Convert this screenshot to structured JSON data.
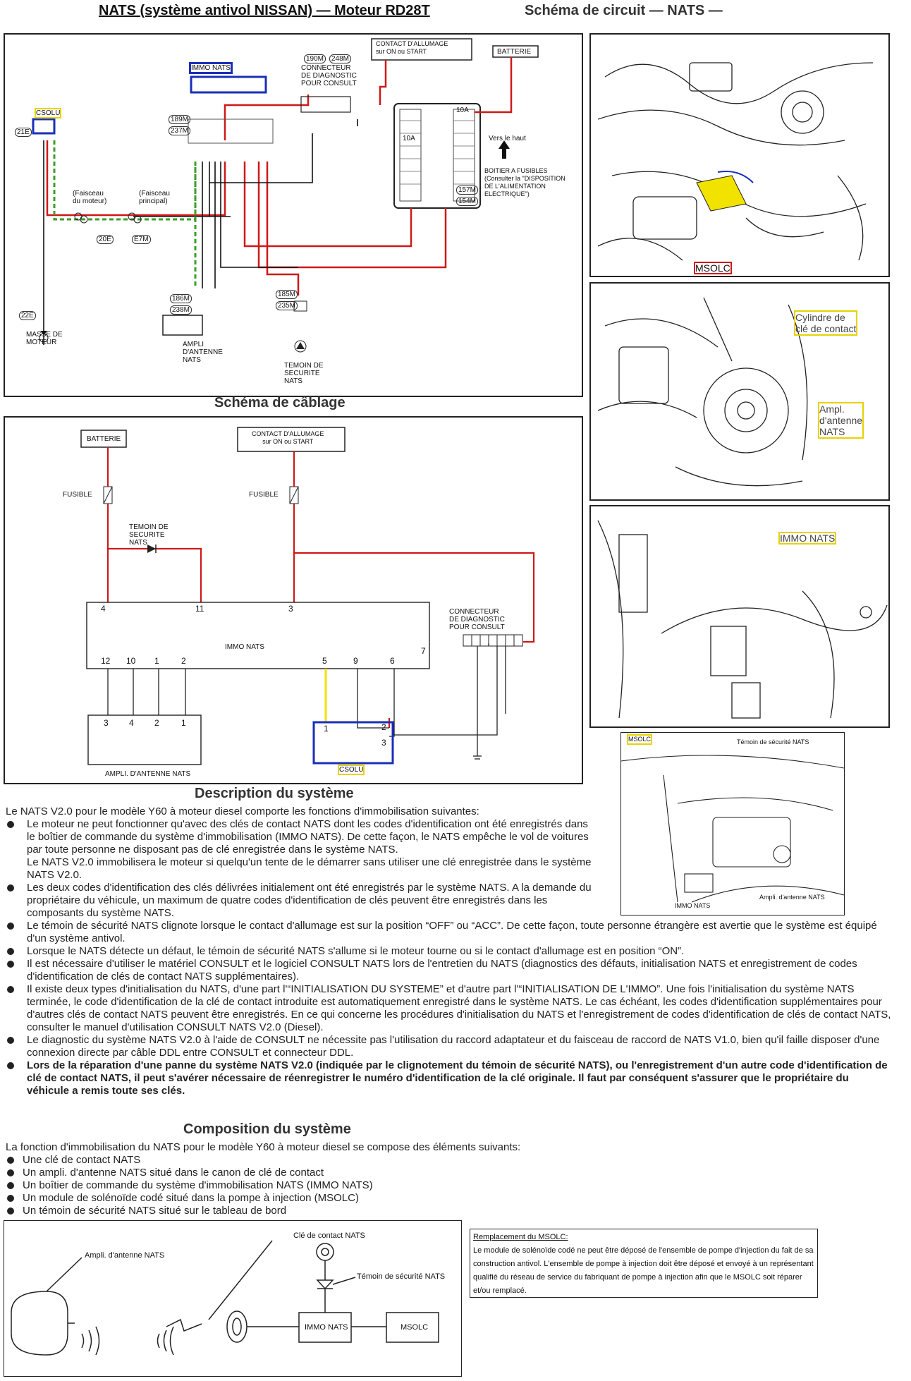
{
  "header": {
    "title": "NATS (système antivol NISSAN) — Moteur RD28T",
    "subtitle": "Schéma de circuit — NATS —"
  },
  "circuit": {
    "contact": "CONTACT D'ALLUMAGE\nsur ON ou START",
    "batterie": "BATTERIE",
    "immo": "IMMO NATS",
    "csolu": "CSOLU",
    "diag_connector": "CONNECTEUR\nDE DIAGNOSTIC\nPOUR CONSULT",
    "fuse_box": "BOITIER A FUSIBLES\n(Consulter la \"DISPOSITION\nDE L'ALIMENTATION\nELECTRIQUE\")",
    "vers_haut": "Vers le haut",
    "faisceau_moteur": "(Faisceau\ndu moteur)",
    "faisceau_principal": "(Faisceau\nprincipal)",
    "masse": "MASSE DE\nMOTEUR",
    "ampli": "AMPLI\nD'ANTENNE\nNATS",
    "temoin": "TEMOIN DE\nSECURITE\nNATS",
    "refs": [
      "190M",
      "248M",
      "189M",
      "237M",
      "21E",
      "20E",
      "E7M",
      "22E",
      "157M",
      "154M",
      "186M",
      "238M",
      "185M",
      "235M"
    ],
    "fuse_a": "10A",
    "fuse_b": "10A"
  },
  "photos": {
    "msolc": "MSOLC",
    "cylindre": "Cylindre de\nclé de contact",
    "ampli": "Ampl.\nd'antenne\nNATS",
    "immo": "IMMO NATS"
  },
  "cablage": {
    "title": "Schéma de câblage",
    "batterie": "BATTERIE",
    "contact": "CONTACT D'ALLUMAGE\nsur ON ou START",
    "fusible1": "FUSIBLE",
    "fusible2": "FUSIBLE",
    "temoin": "TEMOIN DE\nSECURITE\nNATS",
    "immo": "IMMO NATS",
    "diag": "CONNECTEUR\nDE DIAGNOSTIC\nPOUR CONSULT",
    "ampli": "AMPLI. D'ANTENNE NATS",
    "csolu": "CSOLU",
    "pins_top": [
      "4",
      "11",
      "3"
    ],
    "pins_bottom": [
      "12",
      "10",
      "1",
      "2",
      "5",
      "9",
      "6",
      "7"
    ],
    "ampli_pins": [
      "3",
      "4",
      "2",
      "1"
    ],
    "csolu_pins": [
      "1",
      "2",
      "3"
    ]
  },
  "dash": {
    "msolc": "MSOLC",
    "temoin": "Témoin de sécurité NATS",
    "immo": "IMMO NATS",
    "ampli": "Ampli. d'antenne NATS"
  },
  "description": {
    "title": "Description du système",
    "intro": "Le NATS V2.0 pour le modèle Y60 à moteur diesel comporte les fonctions d'immobilisation suivantes:",
    "bullets": [
      "Le moteur ne peut fonctionner qu'avec des clés de contact NATS dont les codes d'identification ont été enregistrés dans le boîtier de commande du système d'immobilisation (IMMO NATS). De cette façon, le NATS empêche le vol de voitures par toute personne ne disposant pas de clé enregistrée dans le système NATS.",
      "Les deux codes d'identification des clés délivrées initialement ont été enregistrés par le système NATS. A la demande du propriétaire du véhicule, un maximum de quatre codes d'identification de clés peuvent être enregistrés dans les composants du système NATS.",
      "Le témoin de sécurité NATS clignote lorsque le contact d'allumage est sur la position “OFF” ou “ACC”. De cette façon, toute personne étrangère est avertie que le système est équipé d'un système antivol.",
      "Lorsque le NATS détecte un défaut, le témoin de sécurité NATS s'allume si le moteur tourne ou si le contact d'allumage est en position “ON”.",
      "Il est nécessaire d'utiliser le matériel CONSULT et le logiciel CONSULT NATS lors de l'entretien du NATS (diagnostics des défauts, initialisation NATS et enregistrement de codes d'identification de clés de contact NATS supplémentaires).",
      "Il existe deux types d'initialisation du NATS, d'une part l'“INITIALISATION DU SYSTEME” et d'autre part l'“INITIALISATION DE L'IMMO”. Une fois l'initialisation du système NATS terminée, le code d'identification de la clé de contact introduite est automatiquement enregistré dans le système NATS. Le cas échéant, les codes d'identification supplémentaires pour d'autres clés de contact NATS peuvent être enregistrés. En ce qui concerne les procédures d'initialisation du NATS et l'enregistrement de codes d'identification de clés de contact NATS, consulter le manuel d'utilisation CONSULT NATS V2.0 (Diesel).",
      "Le diagnostic du système NATS V2.0 à l'aide de CONSULT ne nécessite pas l'utilisation du raccord adaptateur et du faisceau de raccord de NATS V1.0, bien qu'il faille disposer d'une connexion directe par câble DDL entre CONSULT et connecteur DDL."
    ],
    "sub_indent": "Le NATS V2.0 immobilisera le moteur si quelqu'un tente de le démarrer sans utiliser une clé enregistrée dans le système NATS V2.0.",
    "bold_bullet": "Lors de la réparation d'une panne du système NATS V2.0 (indiquée par le clignotement du témoin de sécurité NATS), ou l'enregistrement d'un autre code d'identification de clé de contact NATS, il peut s'avérer nécessaire de réenregistrer le numéro d'identification de la clé originale. Il faut par conséquent s'assurer que le propriétaire du véhicule a remis toute ses clés."
  },
  "composition": {
    "title": "Composition du système",
    "intro": "La fonction d'immobilisation du NATS pour le modèle Y60 à moteur diesel se compose des éléments suivants:",
    "items": [
      "Une clé de contact NATS",
      "Un ampli. d'antenne NATS situé dans le canon de clé de contact",
      "Un boîtier de commande du système d'immobilisation NATS (IMMO NATS)",
      "Un module de solénoïde codé situé dans la pompe à injection (MSOLC)",
      "Un témoin de sécurité NATS situé sur le tableau de bord"
    ]
  },
  "block": {
    "ampli": "Ampli. d'antenne NATS",
    "cle": "Clé de contact NATS",
    "temoin": "Témoin de sécurité NATS",
    "immo": "IMMO NATS",
    "msolc": "MSOLC"
  },
  "replacement": {
    "title": "Remplacement du MSOLC:",
    "text": "Le module de solénoïde codé ne peut être déposé de l'ensemble de pompe d'injection du fait de sa construction antivol. L'ensemble de pompe à injection doit être déposé et envoyé à un représentant qualifié du réseau de service du fabriquant de pompe à injection afin que le MSOLC soit réparer et/ou remplacé."
  }
}
